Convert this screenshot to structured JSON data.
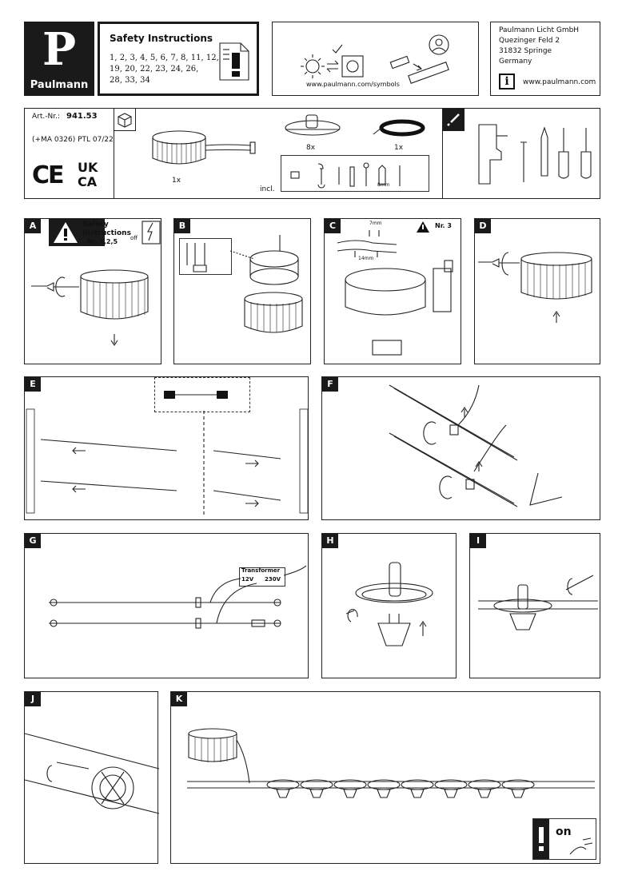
{
  "brand": {
    "name": "Paulmann",
    "logo_letter": "P"
  },
  "safety": {
    "title": "Safety Instructions",
    "numbers_line1": "1, 2, 3, 4, 5, 6, 7, 8, 11, 12,",
    "numbers_line2": "19, 20, 22, 23, 24, 26,",
    "numbers_line3": "28, 33, 34"
  },
  "symbols": {
    "url": "www.paulmann.com/symbols"
  },
  "company": {
    "name": "Paulmann Licht GmbH",
    "street": "Quezinger Feld 2",
    "city": "31832 Springe",
    "country": "Germany",
    "url": "www.paulmann.com",
    "info_icon": "i"
  },
  "article": {
    "label": "Art.-Nr.:",
    "number": "941.53",
    "code": "(+MA 0326) PTL 07/22",
    "ce": "CE",
    "ukca1": "UK",
    "ukca2": "CA"
  },
  "contents": {
    "qty_driver": "1x",
    "qty_holders": "8x",
    "qty_cable": "1x",
    "incl": "incl.",
    "dowel_size": "8mm"
  },
  "steps": {
    "a": {
      "label": "A",
      "safety_title": "Safety",
      "safety_title2": "Instructions",
      "safety_nr": "Nr. 1,2,5",
      "off": "off"
    },
    "b": {
      "label": "B"
    },
    "c": {
      "label": "C",
      "nr": "Nr. 3",
      "strip1": "7mm",
      "strip2": "14mm"
    },
    "d": {
      "label": "D"
    },
    "e": {
      "label": "E"
    },
    "f": {
      "label": "F"
    },
    "g": {
      "label": "G",
      "transformer": "Transformer",
      "v12": "12V",
      "v230": "230V"
    },
    "h": {
      "label": "H"
    },
    "i": {
      "label": "I"
    },
    "j": {
      "label": "J"
    },
    "k": {
      "label": "K",
      "on": "on"
    }
  }
}
